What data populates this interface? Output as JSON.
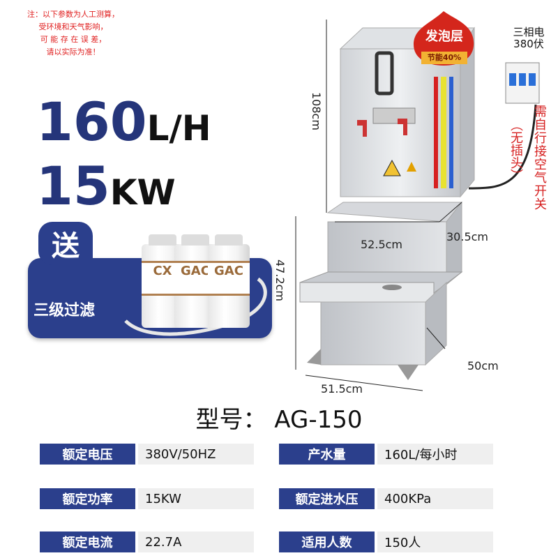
{
  "note": {
    "line1": "注：以下参数为人工测算，",
    "line2": "受环境和天气影响，",
    "line3": "可 能 存 在 误 差，",
    "line4": "请以实际为准！"
  },
  "headline": {
    "flow_value": "160",
    "flow_unit": "L/H",
    "power_value": "15",
    "power_unit": "KW"
  },
  "gift": {
    "badge": "送",
    "label": "三级过滤",
    "cartridges": [
      "CX",
      "GAC",
      "GAC"
    ]
  },
  "product": {
    "foam_badge": "发泡层",
    "foam_sub": "节能40%",
    "breaker_title_1": "三相电",
    "breaker_title_2": "380伏",
    "breaker_note_main": "需自行接空气开关",
    "breaker_note_paren": "（无插头）"
  },
  "dimensions": {
    "height_top": "108cm",
    "height_stand": "47.2cm",
    "width_top": "52.5cm",
    "depth_top": "30.5cm",
    "width_bottom": "51.5cm",
    "depth_bottom": "50cm"
  },
  "model": {
    "text": "型号：  AG-150"
  },
  "specs": [
    {
      "label": "额定电压",
      "value": "380V/50HZ"
    },
    {
      "label": "产水量",
      "value": "160L/每小时"
    },
    {
      "label": "额定功率",
      "value": "15KW"
    },
    {
      "label": "额定进水压",
      "value": "400KPa"
    },
    {
      "label": "额定电流",
      "value": "22.7A"
    },
    {
      "label": "适用人数",
      "value": "150人"
    }
  ],
  "colors": {
    "brand_blue": "#2b3f8c",
    "note_red": "#e02020",
    "badge_red": "#d4261c",
    "badge_gold": "#f2b233"
  }
}
